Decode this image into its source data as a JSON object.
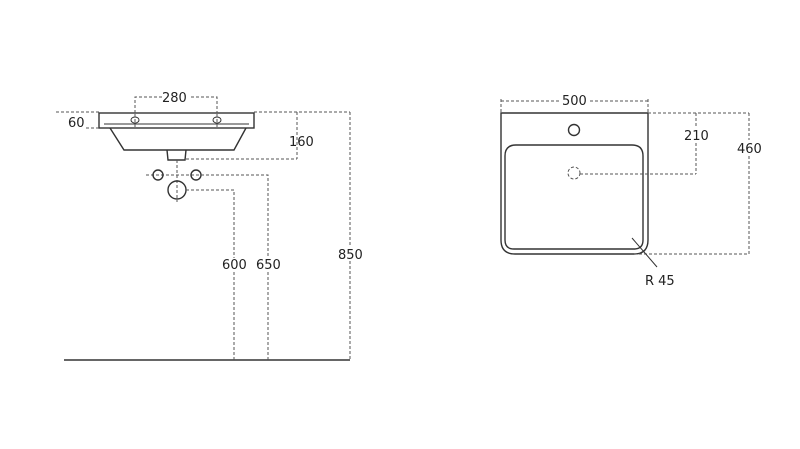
{
  "side_view": {
    "dim_tap_spacing": "280",
    "dim_rim_thickness": "60",
    "dim_waste_depth": "160",
    "dim_height_600": "600",
    "dim_height_650": "650",
    "dim_height_850": "850"
  },
  "top_view": {
    "dim_width": "500",
    "dim_tap_hole": "210",
    "dim_depth": "460",
    "dim_radius": "R 45"
  },
  "colors": {
    "line": "#333333",
    "dimension_line": "#555555",
    "text": "#222222"
  }
}
